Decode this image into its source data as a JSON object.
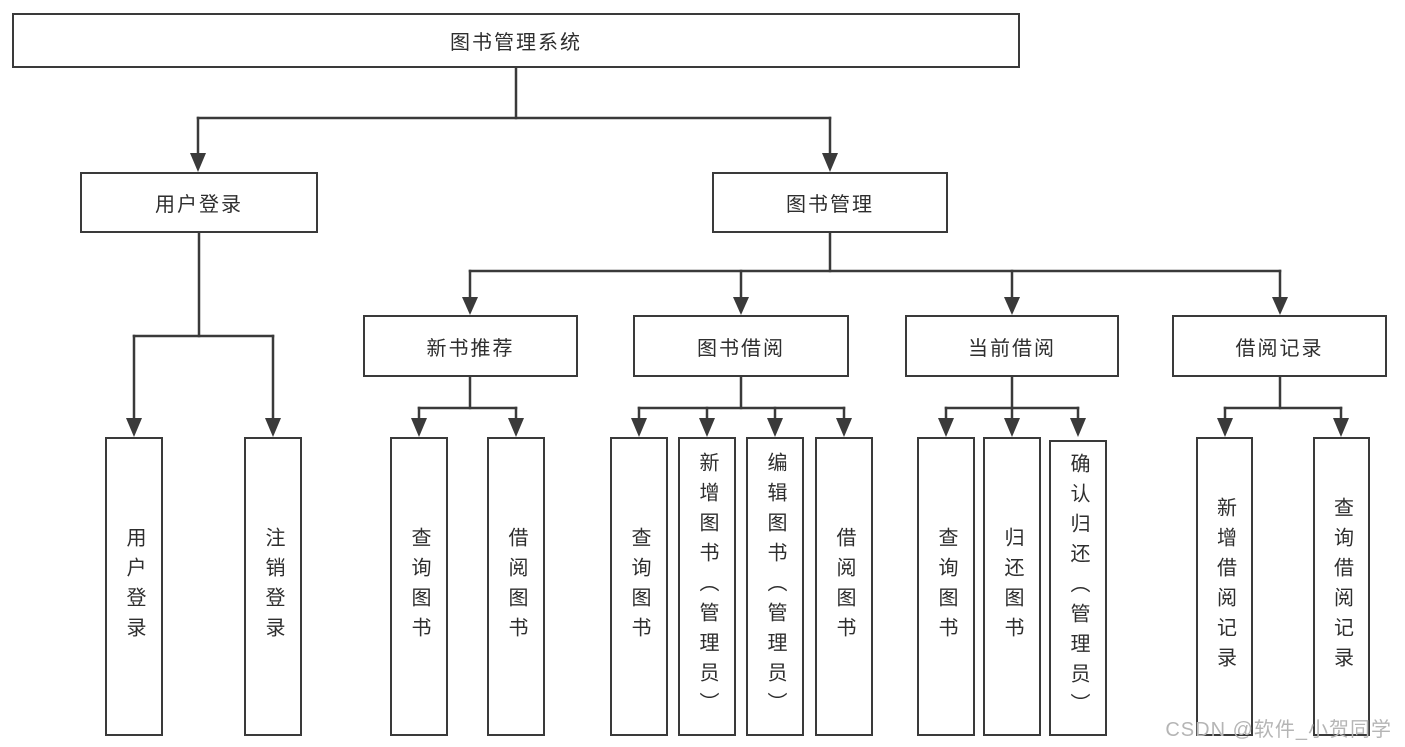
{
  "colors": {
    "line": "#3a3a3a",
    "box_border": "#3a3a3a",
    "text": "#2e2e2e",
    "watermark": "#b5b5b5",
    "background": "#ffffff"
  },
  "watermark": {
    "text": "CSDN @软件_小贺同学"
  },
  "tree": {
    "root": {
      "label": "图书管理系统",
      "children": [
        {
          "label": "用户登录",
          "children": [
            {
              "label": "用户登录"
            },
            {
              "label": "注销登录"
            }
          ]
        },
        {
          "label": "图书管理",
          "children": [
            {
              "label": "新书推荐",
              "children": [
                {
                  "label": "查询图书"
                },
                {
                  "label": "借阅图书"
                }
              ]
            },
            {
              "label": "图书借阅",
              "children": [
                {
                  "label": "查询图书"
                },
                {
                  "label": "新增图书（管理员）"
                },
                {
                  "label": "编辑图书（管理员）"
                },
                {
                  "label": "借阅图书"
                }
              ]
            },
            {
              "label": "当前借阅",
              "children": [
                {
                  "label": "查询图书"
                },
                {
                  "label": "归还图书"
                },
                {
                  "label": "确认归还（管理员）"
                }
              ]
            },
            {
              "label": "借阅记录",
              "children": [
                {
                  "label": "新增借阅记录"
                },
                {
                  "label": "查询借阅记录"
                }
              ]
            }
          ]
        }
      ]
    }
  }
}
